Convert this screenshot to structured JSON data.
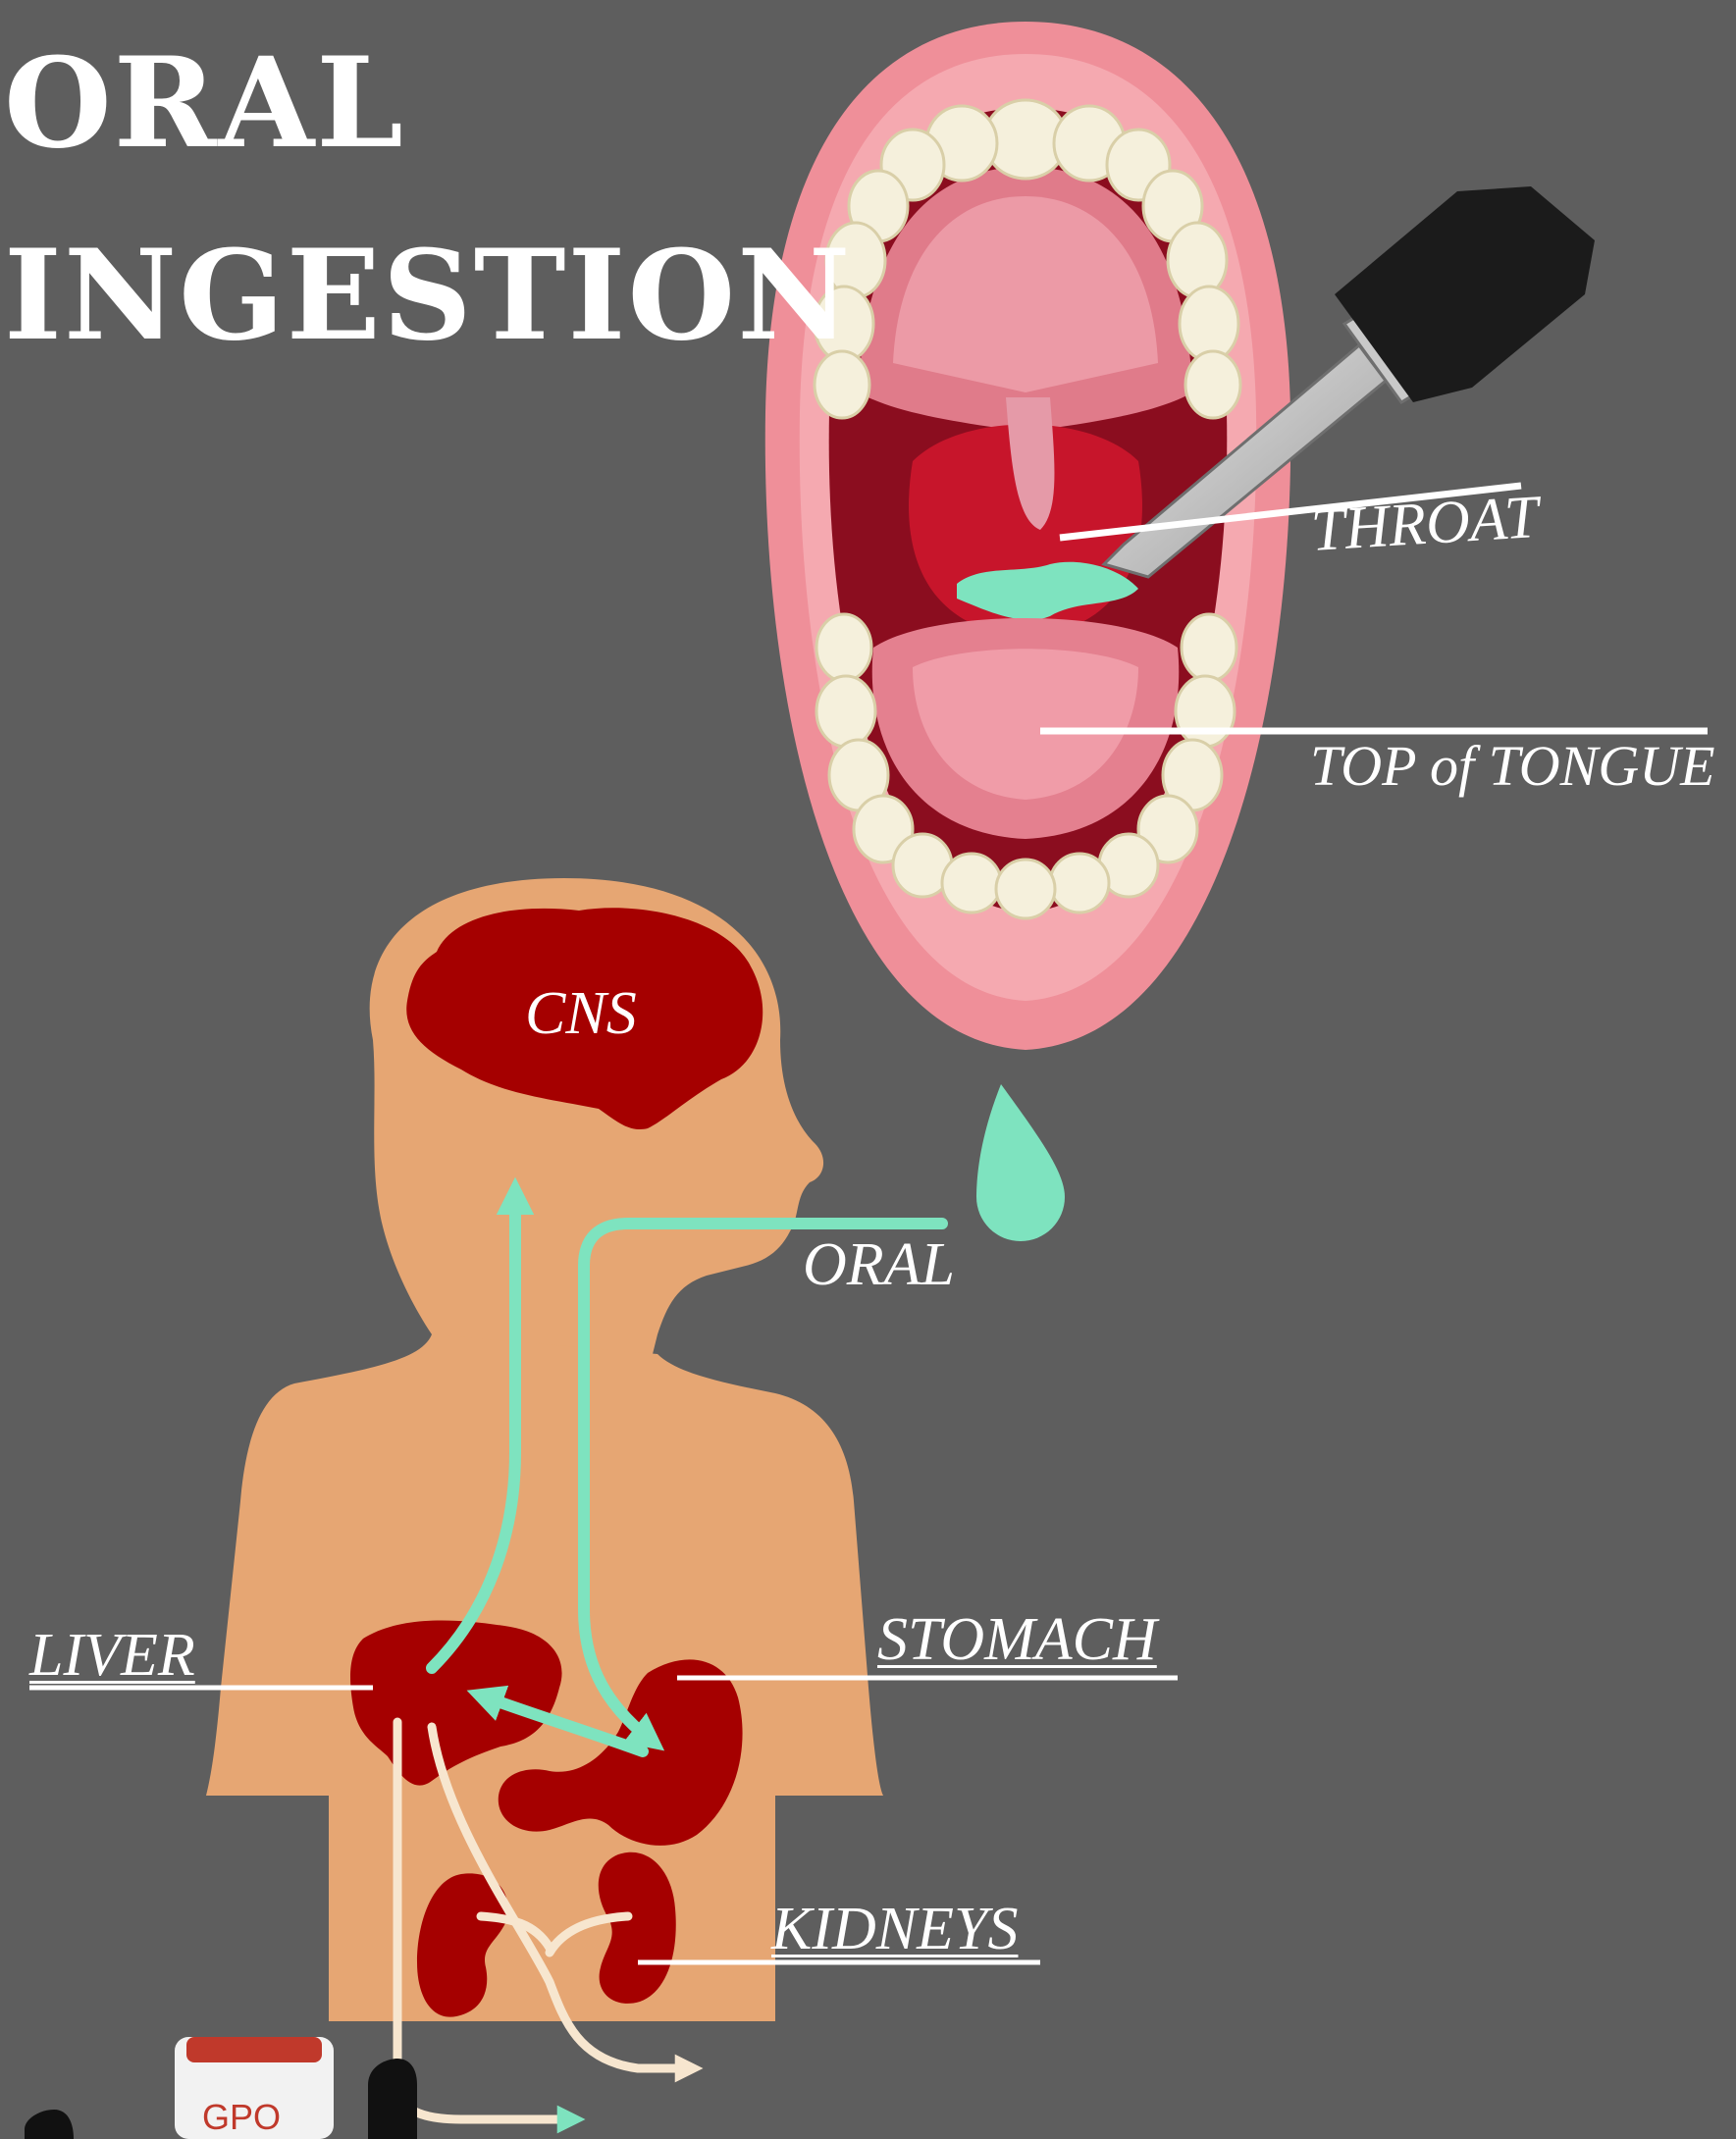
{
  "title": {
    "line1": "ORAL",
    "line2": "INGESTION"
  },
  "labels": {
    "throat": "THROAT",
    "top_of_tongue": "TOP of TONGUE",
    "cns": "CNS",
    "oral": "ORAL",
    "liver": "LIVER",
    "stomach": "STOMACH",
    "kidneys": "KIDNEYS"
  },
  "logo": {
    "text": "GPO"
  },
  "colors": {
    "background": "#5e5e5e",
    "body": "#e6a673",
    "organ": "#a50000",
    "flow": "#7ee3bf",
    "excretion": "#f7e6cf",
    "lip": "#ef8f99",
    "teeth": "#f5f0dc",
    "text": "#ffffff"
  }
}
